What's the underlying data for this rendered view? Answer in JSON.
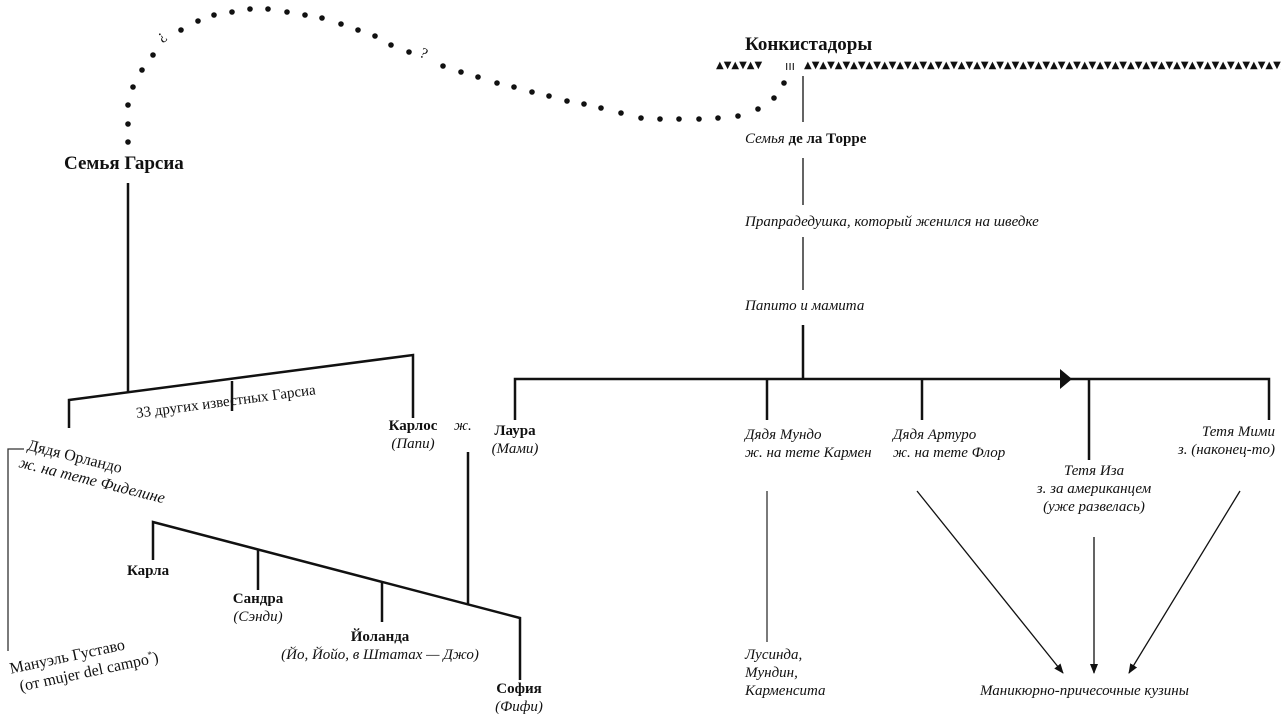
{
  "garcia": {
    "title": "Семья Гарсиа",
    "uncle_orlando": {
      "name": "Дядя Орландо",
      "spouse": "ж. на тете Фиделине"
    },
    "others": "33 других известных Гарсиа",
    "carlos": {
      "name": "Карлос",
      "nickname": "(Папи)",
      "married": "ж."
    },
    "manuel": {
      "name": "Мануэль Густаво",
      "note": "(от mujer del campo",
      "footnote_mark": "*",
      "note_end": ")"
    },
    "children": [
      {
        "name": "Карла",
        "nickname": ""
      },
      {
        "name": "Сандра",
        "nickname": "(Сэнди)"
      },
      {
        "name": "Йоланда",
        "nickname": "(Йо, Йойо, в Штатах — Джо)"
      },
      {
        "name": "София",
        "nickname": "(Фифи)"
      }
    ]
  },
  "conquistadors": {
    "title": "Конкистадоры",
    "border_pattern": "▲▼▲▼▲▼",
    "de_la_torre": {
      "prefix": "Семья",
      "name": "де ла Торре"
    },
    "great_grandfather": "Прапрадедушка, который женился на шведке",
    "grandparents": "Папито и мамита",
    "laura": {
      "name": "Лаура",
      "nickname": "(Мами)"
    },
    "uncle_mundo": {
      "name": "Дядя Мундо",
      "spouse": "ж. на тете Кармен"
    },
    "uncle_arturo": {
      "name": "Дядя Артуро",
      "spouse": "ж. на тете Флор"
    },
    "aunt_iza": {
      "name": "Тетя Иза",
      "spouse": "з. за американцем",
      "note": "(уже развелась)"
    },
    "aunt_mimi": {
      "name": "Тетя Мими",
      "spouse": "з. (наконец-то)"
    },
    "mundo_children": [
      "Лусинда,",
      "Мундин,",
      "Карменсита"
    ],
    "cousins": "Маникюрно-причесочные кузины"
  },
  "curve_marks": {
    "inverted_question": "¿",
    "question": "?"
  }
}
